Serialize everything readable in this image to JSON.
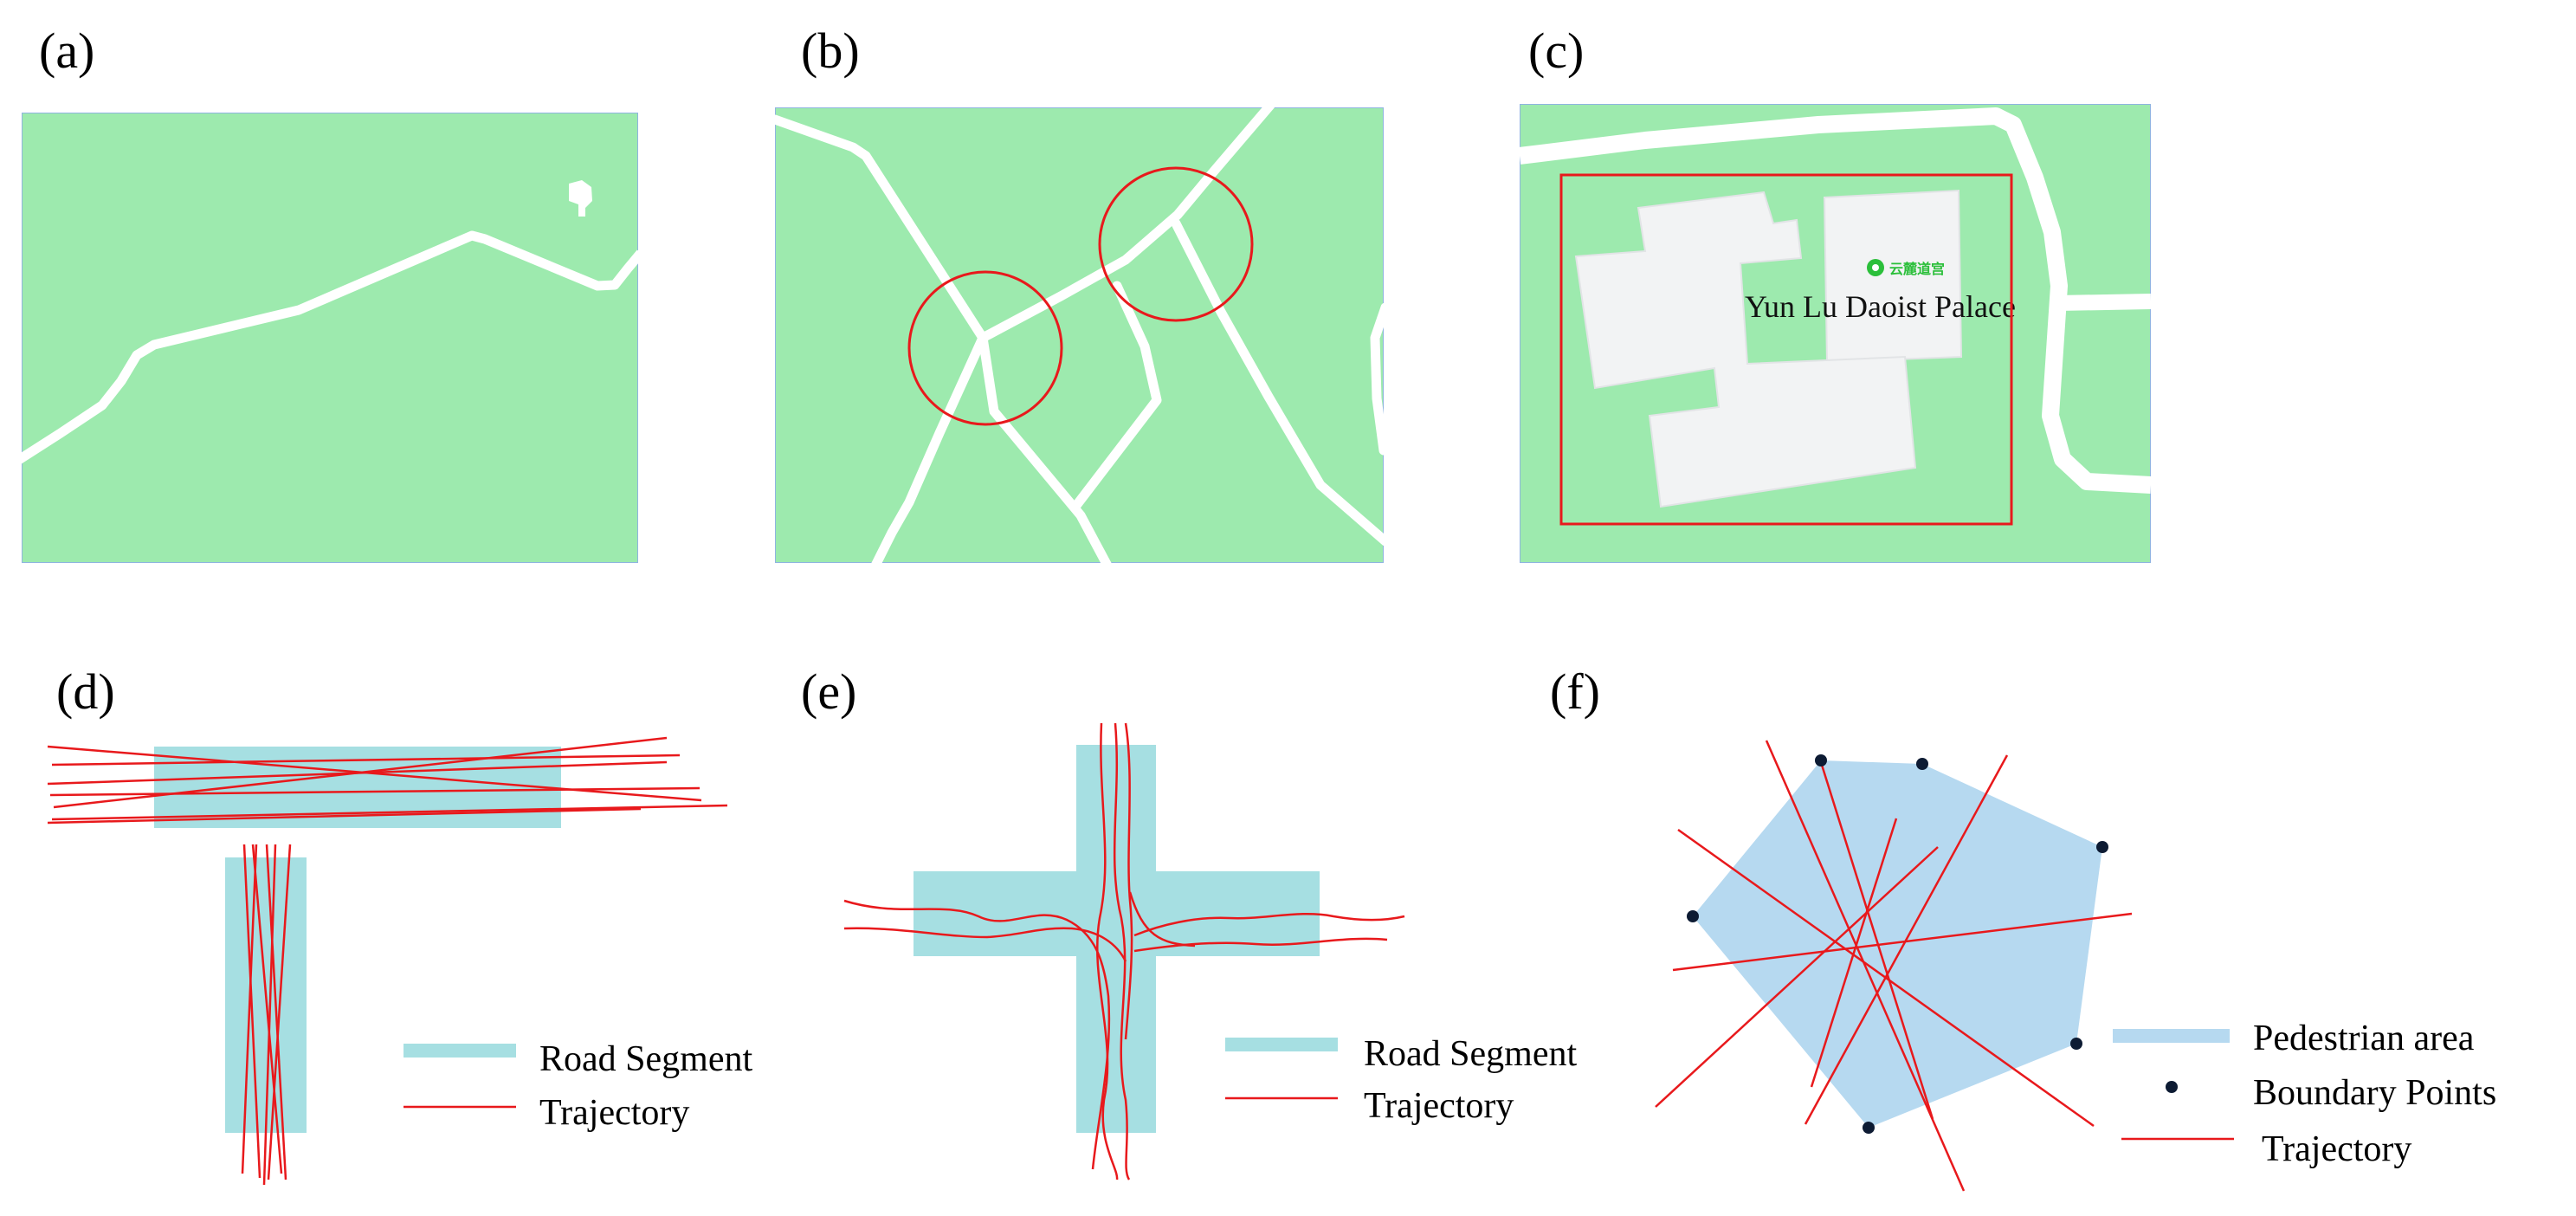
{
  "panels": {
    "a": {
      "tag": "(a)"
    },
    "b": {
      "tag": "(b)"
    },
    "c": {
      "tag": "(c)",
      "place_label": "Yun Lu Daoist Palace",
      "place_label_cn": "云麓道宫"
    },
    "d": {
      "tag": "(d)"
    },
    "e": {
      "tag": "(e)"
    },
    "f": {
      "tag": "(f)"
    }
  },
  "legends": {
    "d": {
      "road": "Road Segment",
      "trajectory": "Trajectory"
    },
    "e": {
      "road": "Road Segment",
      "trajectory": "Trajectory"
    },
    "f": {
      "area": "Pedestrian area",
      "points": "Boundary Points",
      "trajectory": "Trajectory"
    }
  },
  "colors": {
    "map_green": "#9deaae",
    "road_white": "#ffffff",
    "building_gray": "#f2f3f4",
    "highlight_red": "#e8191c",
    "road_segment_cyan": "#a6dfe2",
    "pedestrian_blue": "#b6d9f0",
    "boundary_point": "#0d1b33"
  }
}
